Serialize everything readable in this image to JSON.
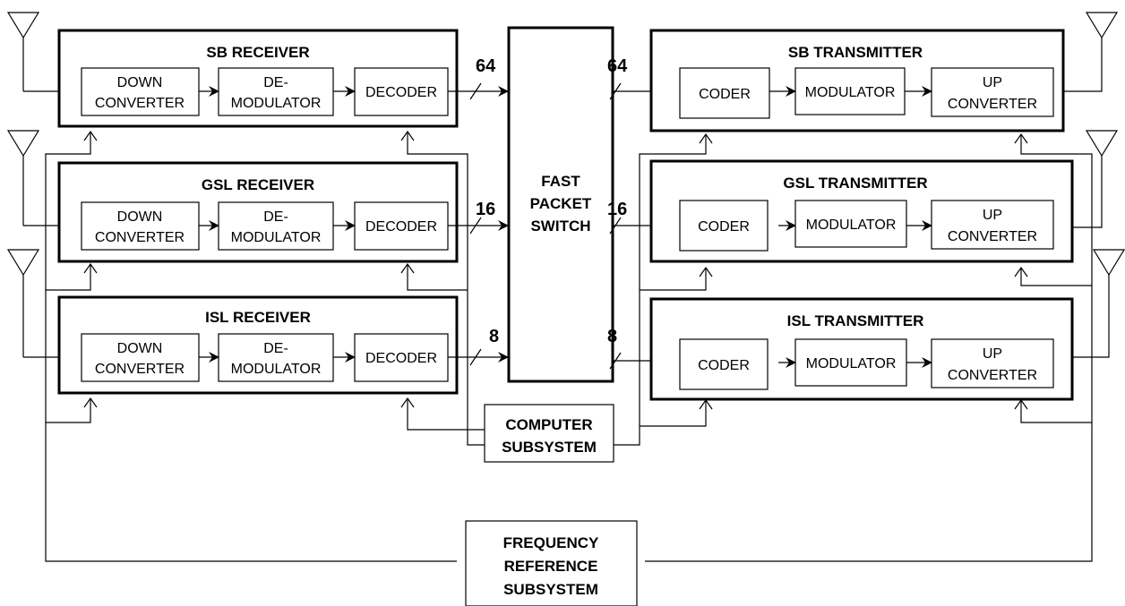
{
  "receivers": [
    {
      "key": "sb",
      "title": "SB RECEIVER"
    },
    {
      "key": "gsl",
      "title": "GSL RECEIVER"
    },
    {
      "key": "isl",
      "title": "ISL RECEIVER"
    }
  ],
  "transmitters": [
    {
      "key": "sb",
      "title": "SB TRANSMITTER"
    },
    {
      "key": "gsl",
      "title": "GSL TRANSMITTER"
    },
    {
      "key": "isl",
      "title": "ISL TRANSMITTER"
    }
  ],
  "receiver_blocks": {
    "down_converter": [
      "DOWN",
      "CONVERTER"
    ],
    "demodulator": [
      "DE-",
      "MODULATOR"
    ],
    "decoder": "DECODER"
  },
  "transmitter_blocks": {
    "coder": "CODER",
    "modulator": "MODULATOR",
    "up_converter": [
      "UP",
      "CONVERTER"
    ]
  },
  "bus_widths": {
    "sb": "64",
    "gsl": "16",
    "isl": "8"
  },
  "switch_label": [
    "FAST",
    "PACKET",
    "SWITCH"
  ],
  "computer_label": [
    "COMPUTER",
    "SUBSYSTEM"
  ],
  "frequency_label": [
    "FREQUENCY",
    "REFERENCE",
    "SUBSYSTEM"
  ]
}
